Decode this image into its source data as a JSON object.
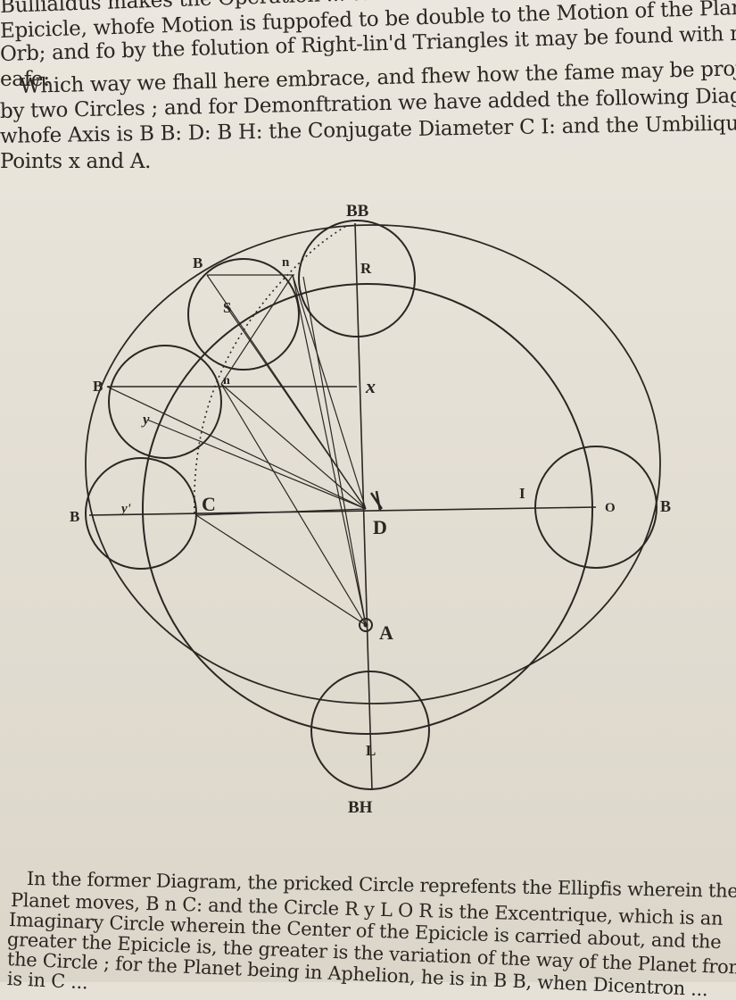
{
  "top_text": [
    "Bullialdus makes the Operation ... to be double to the Motion of the Planet in the",
    "Epicicle, whofe Motion is fuppofed to be double to the Motion of the Planet in the",
    "Orb; and fo by the folution of Right-lin'd Triangles it may be found with much",
    "eafe:",
    "Which way we fhall here embrace, and fhew how the fame may be projected",
    "by two Circles ; and for Demonftration we have added the following Diagram",
    "whofe Axis is B B: D: B H: the Conjugate Diameter C I: and the Umbilique",
    "Points x and A."
  ],
  "diagram_labels": {
    "bb": "BB",
    "b_top": "B",
    "n_top": "n",
    "r": "R",
    "s": "S",
    "b_mid": "B",
    "x": "x",
    "y": "y",
    "n_mid": "n",
    "b_left": "B",
    "y_left": "y'",
    "c": "C",
    "d": "D",
    "i": "I",
    "o": "O",
    "b_right": "B",
    "a": "A",
    "l": "L",
    "bh": "BH"
  },
  "bottom_text": [
    "In the former Diagram, the pricked Circle reprefents the Ellipfis wherein the",
    "Planet moves, B n C: and the Circle R y L O R is the Excentrique, which is an",
    "Imaginary Circle wherein the Center of the Epicicle is carried about, and the",
    "greater the Epicicle is, the greater is the variation of the way of the Planet from",
    "the Circle ; for the Planet being in Aphelion, he is in B B, when Dicentron ...",
    "is in C ..."
  ]
}
